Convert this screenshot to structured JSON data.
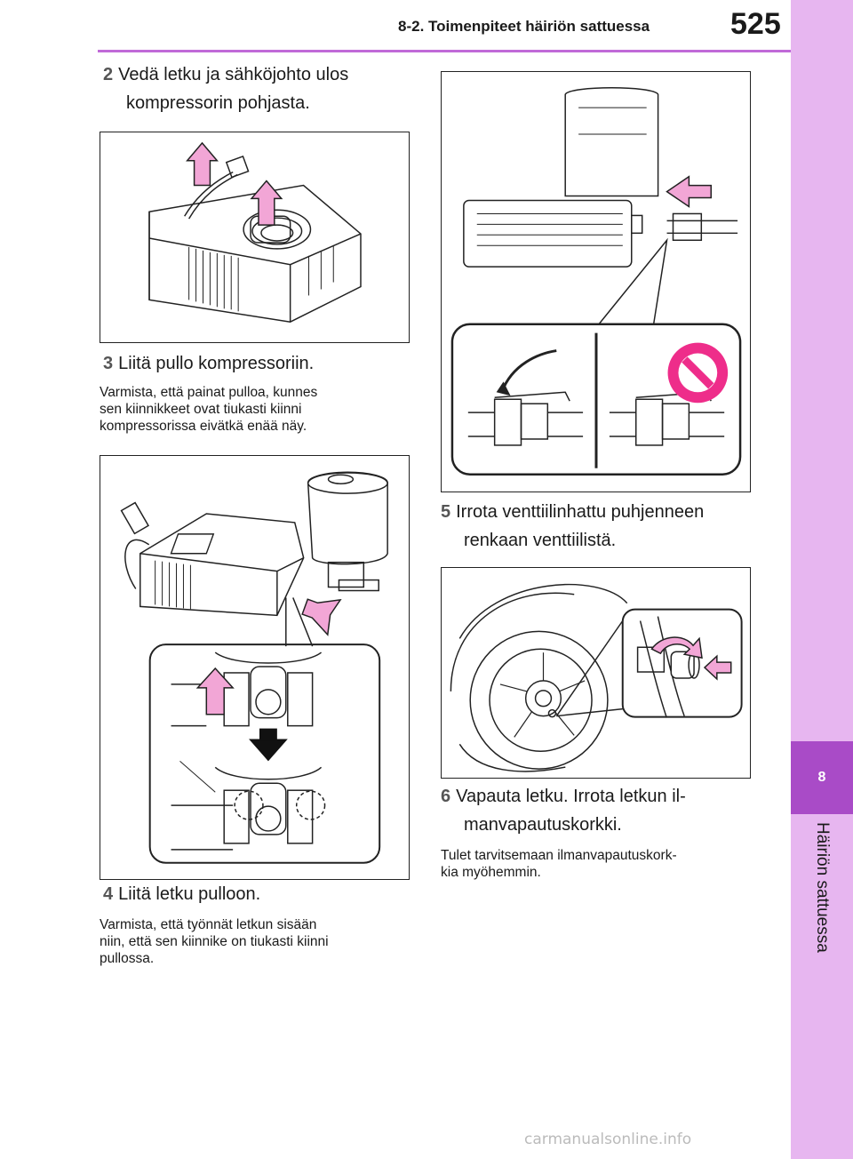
{
  "header": {
    "section_title": "8-2. Toimenpiteet häiriön sattuessa",
    "page_number": "525"
  },
  "sidebar": {
    "chapter_number": "8",
    "chapter_label": "Häiriön sattuessa"
  },
  "steps": [
    {
      "number": "2",
      "line1": "Vedä letku ja sähköjohto ulos",
      "line2": "kompressorin pohjasta."
    },
    {
      "number": "3",
      "line1": "Liitä pullo kompressoriin.",
      "note_lines": [
        "Varmista, että painat pulloa, kunnes",
        "sen kiinnikkeet ovat tiukasti kiinni",
        "kompressorissa eivätkä enää näy."
      ]
    },
    {
      "number": "4",
      "line1": "Liitä letku pulloon.",
      "note_lines": [
        "Varmista, että työnnät letkun sisään",
        "niin, että sen kiinnike on tiukasti kiinni",
        "pullossa."
      ]
    },
    {
      "number": "5",
      "line1": "Irrota venttiilinhattu puhjenneen",
      "line2": "renkaan venttiilistä."
    },
    {
      "number": "6",
      "line1": "Vapauta letku. Irrota letkun il-",
      "line2": "manvapautuskorkki.",
      "note_lines": [
        "Tulet tarvitsemaan ilmanvapautuskork-",
        "kia myöhemmin."
      ]
    }
  ],
  "watermark": "carmanualsonline.info",
  "colors": {
    "accent": "#c06ad8",
    "sidebar": "#e7b6f0",
    "chapter": "#a94bc7",
    "arrow": "#f2a6d6",
    "prohibit": "#ee2d8a"
  }
}
